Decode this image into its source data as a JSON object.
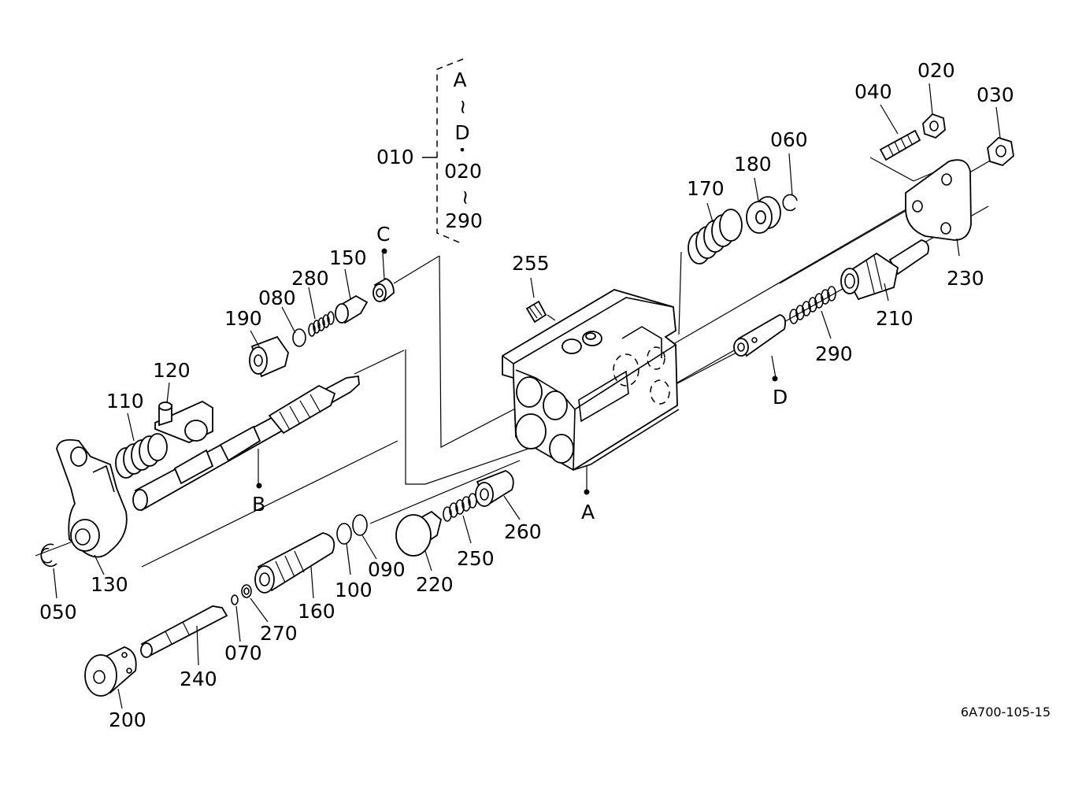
{
  "labels": {
    "p010": "010",
    "p020": "020",
    "p020b": "020",
    "p030": "030",
    "p040": "040",
    "p050": "050",
    "p060": "060",
    "p070": "070",
    "p080": "080",
    "p090": "090",
    "p100": "100",
    "p110": "110",
    "p120": "120",
    "p130": "130",
    "p150": "150",
    "p160": "160",
    "p170": "170",
    "p180": "180",
    "p190": "190",
    "p200": "200",
    "p210": "210",
    "p220": "220",
    "p230": "230",
    "p240": "240",
    "p250": "250",
    "p255": "255",
    "p260": "260",
    "p270": "270",
    "p280": "280",
    "p290": "290",
    "p290b": "290",
    "refA": "A",
    "refA2": "A",
    "refB": "B",
    "refC": "C",
    "refD": "D",
    "refD2": "D",
    "tilde1": "~",
    "tilde2": "~",
    "dot": "•"
  },
  "figure_code": "6A700-105-15"
}
